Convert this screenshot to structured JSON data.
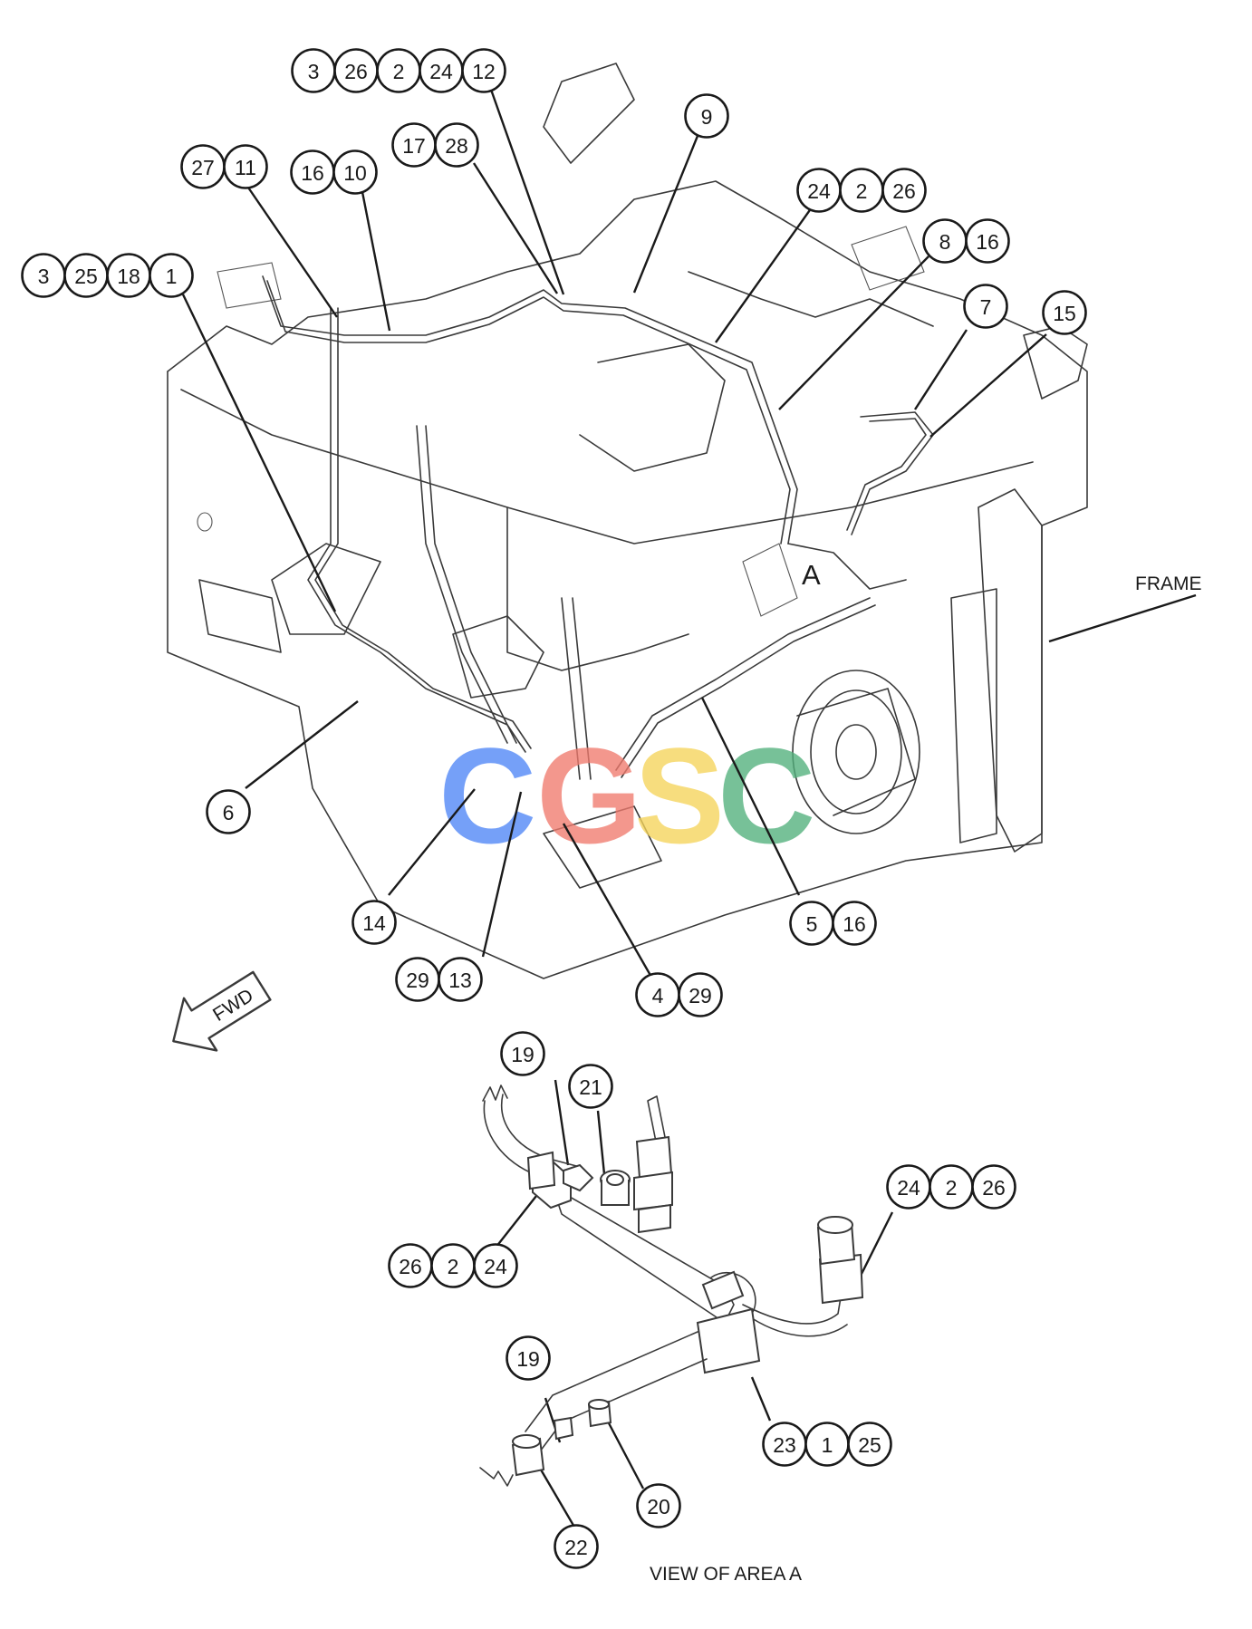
{
  "callouts": [
    {
      "group": "top",
      "labels": [
        "3",
        "26",
        "2",
        "24",
        "12"
      ]
    },
    {
      "group": "9",
      "labels": [
        "9"
      ]
    },
    {
      "group": "17-28",
      "labels": [
        "17",
        "28"
      ]
    },
    {
      "group": "27-11",
      "labels": [
        "27",
        "11"
      ]
    },
    {
      "group": "16-10",
      "labels": [
        "16",
        "10"
      ]
    },
    {
      "group": "24-2-26-upper",
      "labels": [
        "24",
        "2",
        "26"
      ]
    },
    {
      "group": "8-16",
      "labels": [
        "8",
        "16"
      ]
    },
    {
      "group": "3-25-18-1",
      "labels": [
        "3",
        "25",
        "18",
        "1"
      ]
    },
    {
      "group": "7",
      "labels": [
        "7"
      ]
    },
    {
      "group": "15",
      "labels": [
        "15"
      ]
    },
    {
      "group": "6",
      "labels": [
        "6"
      ]
    },
    {
      "group": "14",
      "labels": [
        "14"
      ]
    },
    {
      "group": "5-16",
      "labels": [
        "5",
        "16"
      ]
    },
    {
      "group": "29-13",
      "labels": [
        "29",
        "13"
      ]
    },
    {
      "group": "4-29",
      "labels": [
        "4",
        "29"
      ]
    },
    {
      "group": "19-upper",
      "labels": [
        "19"
      ]
    },
    {
      "group": "21",
      "labels": [
        "21"
      ]
    },
    {
      "group": "24-2-26-detail",
      "labels": [
        "24",
        "2",
        "26"
      ]
    },
    {
      "group": "26-2-24-detail",
      "labels": [
        "26",
        "2",
        "24"
      ]
    },
    {
      "group": "19-lower",
      "labels": [
        "19"
      ]
    },
    {
      "group": "23-1-25",
      "labels": [
        "23",
        "1",
        "25"
      ]
    },
    {
      "group": "20",
      "labels": [
        "20"
      ]
    },
    {
      "group": "22",
      "labels": [
        "22"
      ]
    }
  ],
  "text": {
    "frame": "FRAME",
    "area_marker": "A",
    "fwd": "FWD",
    "view_caption": "VIEW OF AREA A"
  },
  "watermark": {
    "letters": [
      "C",
      "G",
      "S",
      "C"
    ],
    "colors": [
      "#4f86f7",
      "#f07a6e",
      "#f6d45a",
      "#52b07c"
    ]
  }
}
